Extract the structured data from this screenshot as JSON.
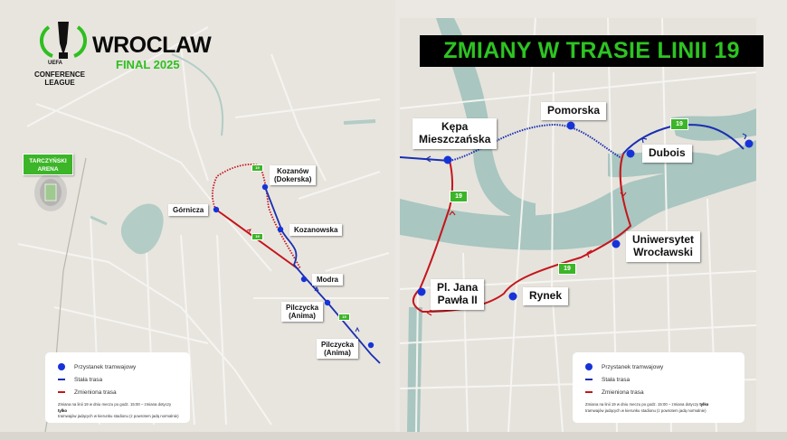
{
  "branding": {
    "uefa": "UEFA",
    "competition_line1": "CONFERENCE",
    "competition_line2": "LEAGUE",
    "city": "WROCLAW",
    "subtitle": "FINAL 2025"
  },
  "headline": "ZMIANY W TRASIE LINII 19",
  "colors": {
    "stop": "#1633d8",
    "permanent_route": "#1a2fb0",
    "changed_route": "#c4161c",
    "line_badge": "#3cb528",
    "headline_bg": "#000000",
    "headline_text": "#2ec322",
    "water": "#a9c6c0",
    "land": "#e8e5df"
  },
  "left_map": {
    "venue": {
      "line1": "TARCZYŃSKI",
      "line2": "ARENA"
    },
    "stops": [
      {
        "name": "Górnicza"
      },
      {
        "name_line1": "Kozanów",
        "name_line2": "(Dokerska)"
      },
      {
        "name": "Kozanowska"
      },
      {
        "name": "Modra"
      },
      {
        "name_line1": "Pilczycka",
        "name_line2": "(Anima)"
      },
      {
        "name_line1": "Pilczycka",
        "name_line2": "(Anima)"
      }
    ],
    "line_badges": [
      "19",
      "19",
      "19"
    ]
  },
  "right_map": {
    "stops": [
      {
        "name_line1": "Kępa",
        "name_line2": "Mieszczańska"
      },
      {
        "name": "Pomorska"
      },
      {
        "name": "Dubois"
      },
      {
        "name_line1": "Uniwersytet",
        "name_line2": "Wrocławski"
      },
      {
        "name": "Rynek"
      },
      {
        "name_line1": "Pl. Jana",
        "name_line2": "Pawła II"
      }
    ],
    "line_badges": [
      "19",
      "19",
      "19"
    ]
  },
  "legend": {
    "stop": "Przystanek tramwajowy",
    "permanent": "Stała trasa",
    "changed": "Zmieniona trasa",
    "note_part1": "Zmiana na linii 19 w dniu meczu po godz. 15:00 – zmiana dotyczy ",
    "note_bold": "tylko",
    "note_part2": "tramwajów jadących w kierunku stadionu (z powrotem jadą normalnie)"
  }
}
